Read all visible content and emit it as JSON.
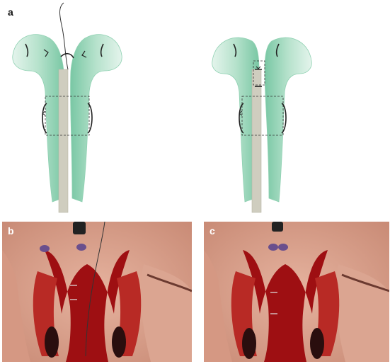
{
  "panels": {
    "a": {
      "label": "a"
    },
    "b": {
      "label": "b"
    },
    "c": {
      "label": "c"
    }
  },
  "colors": {
    "cartilage_fill": "#b6e2cc",
    "cartilage_dark": "#6cbf9a",
    "strut": "#cfcdbf",
    "suture": "#222222",
    "tissue_red": "#9e0f12",
    "skin": "#d9a08e"
  }
}
